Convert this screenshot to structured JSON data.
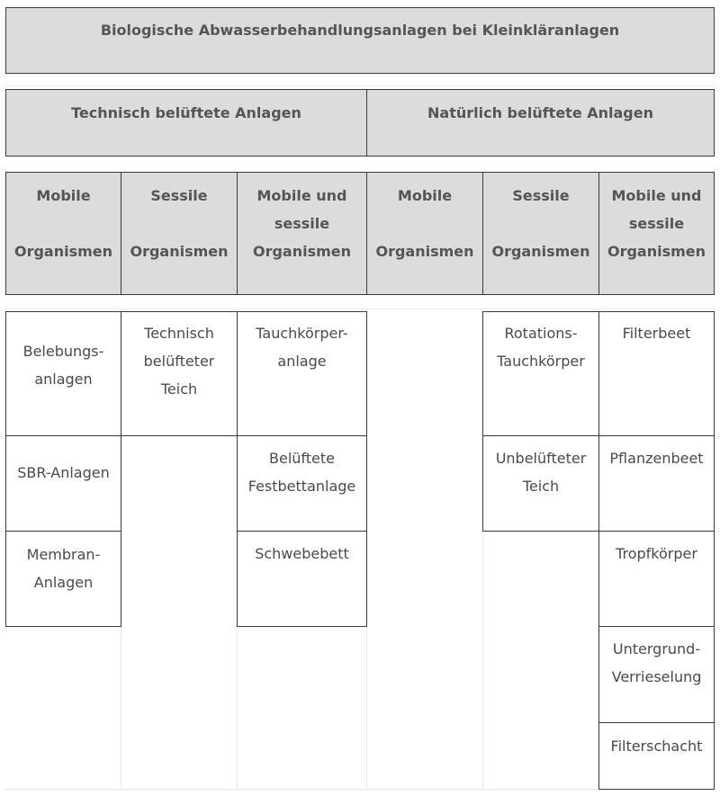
{
  "title": "Biologische Abwasserbehandlungsanlagen bei Kleinkläranlagen",
  "groups": [
    {
      "label": "Technisch belüftete Anlagen"
    },
    {
      "label": "Natürlich belüftete Anlagen"
    }
  ],
  "categories": [
    {
      "label": "Mobile\n\nOrganismen"
    },
    {
      "label": "Sessile\n\nOrganismen"
    },
    {
      "label": "Mobile und\nsessile\nOrganismen"
    },
    {
      "label": "Mobile\n\nOrganismen"
    },
    {
      "label": "Sessile\n\nOrganismen"
    },
    {
      "label": "Mobile und\nsessile\nOrganismen"
    }
  ],
  "columns": [
    {
      "items": [
        "Belebungs-\nanlagen",
        "SBR-Anlagen",
        "Membran-\nAnlagen"
      ]
    },
    {
      "items": [
        "Technisch\nbelüfteter\nTeich"
      ]
    },
    {
      "items": [
        "Tauchkörper-\nanlage",
        "Belüftete\nFestbettanlage",
        "Schwebebett"
      ]
    },
    {
      "items": []
    },
    {
      "items": [
        "Rotations-\nTauchkörper",
        "Unbelüfteter\nTeich"
      ]
    },
    {
      "items": [
        "Filterbeet",
        "Pflanzenbeet",
        "Tropfkörper",
        "Untergrund-\nVerrieselung",
        "Filterschacht"
      ]
    }
  ]
}
